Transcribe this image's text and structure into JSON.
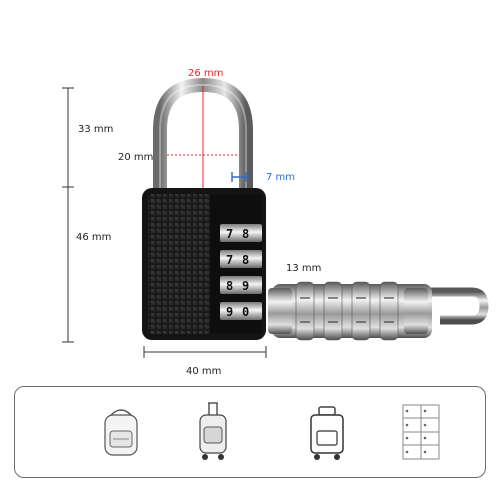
{
  "dimensions": {
    "shackle_width": "26 mm",
    "shackle_height": "33 mm",
    "shackle_inner": "20 mm",
    "shackle_thickness": "7 mm",
    "body_height": "46 mm",
    "body_width": "40 mm",
    "lock_depth": "13 mm"
  },
  "dials": {
    "row1": [
      "7",
      "8"
    ],
    "row2": [
      "7",
      "8"
    ],
    "row3": [
      "8",
      "9"
    ],
    "row4": [
      "9",
      "0"
    ]
  },
  "colors": {
    "red_dimension": "#e8262a",
    "blue_dimension": "#2a6fd0",
    "lock_body": "#141414",
    "panel_border": "#6e6e6e"
  },
  "use_cases": [
    {
      "icon": "backpack-icon"
    },
    {
      "icon": "rolling-bag-icon"
    },
    {
      "icon": "suitcase-icon"
    },
    {
      "icon": "locker-icon"
    }
  ]
}
